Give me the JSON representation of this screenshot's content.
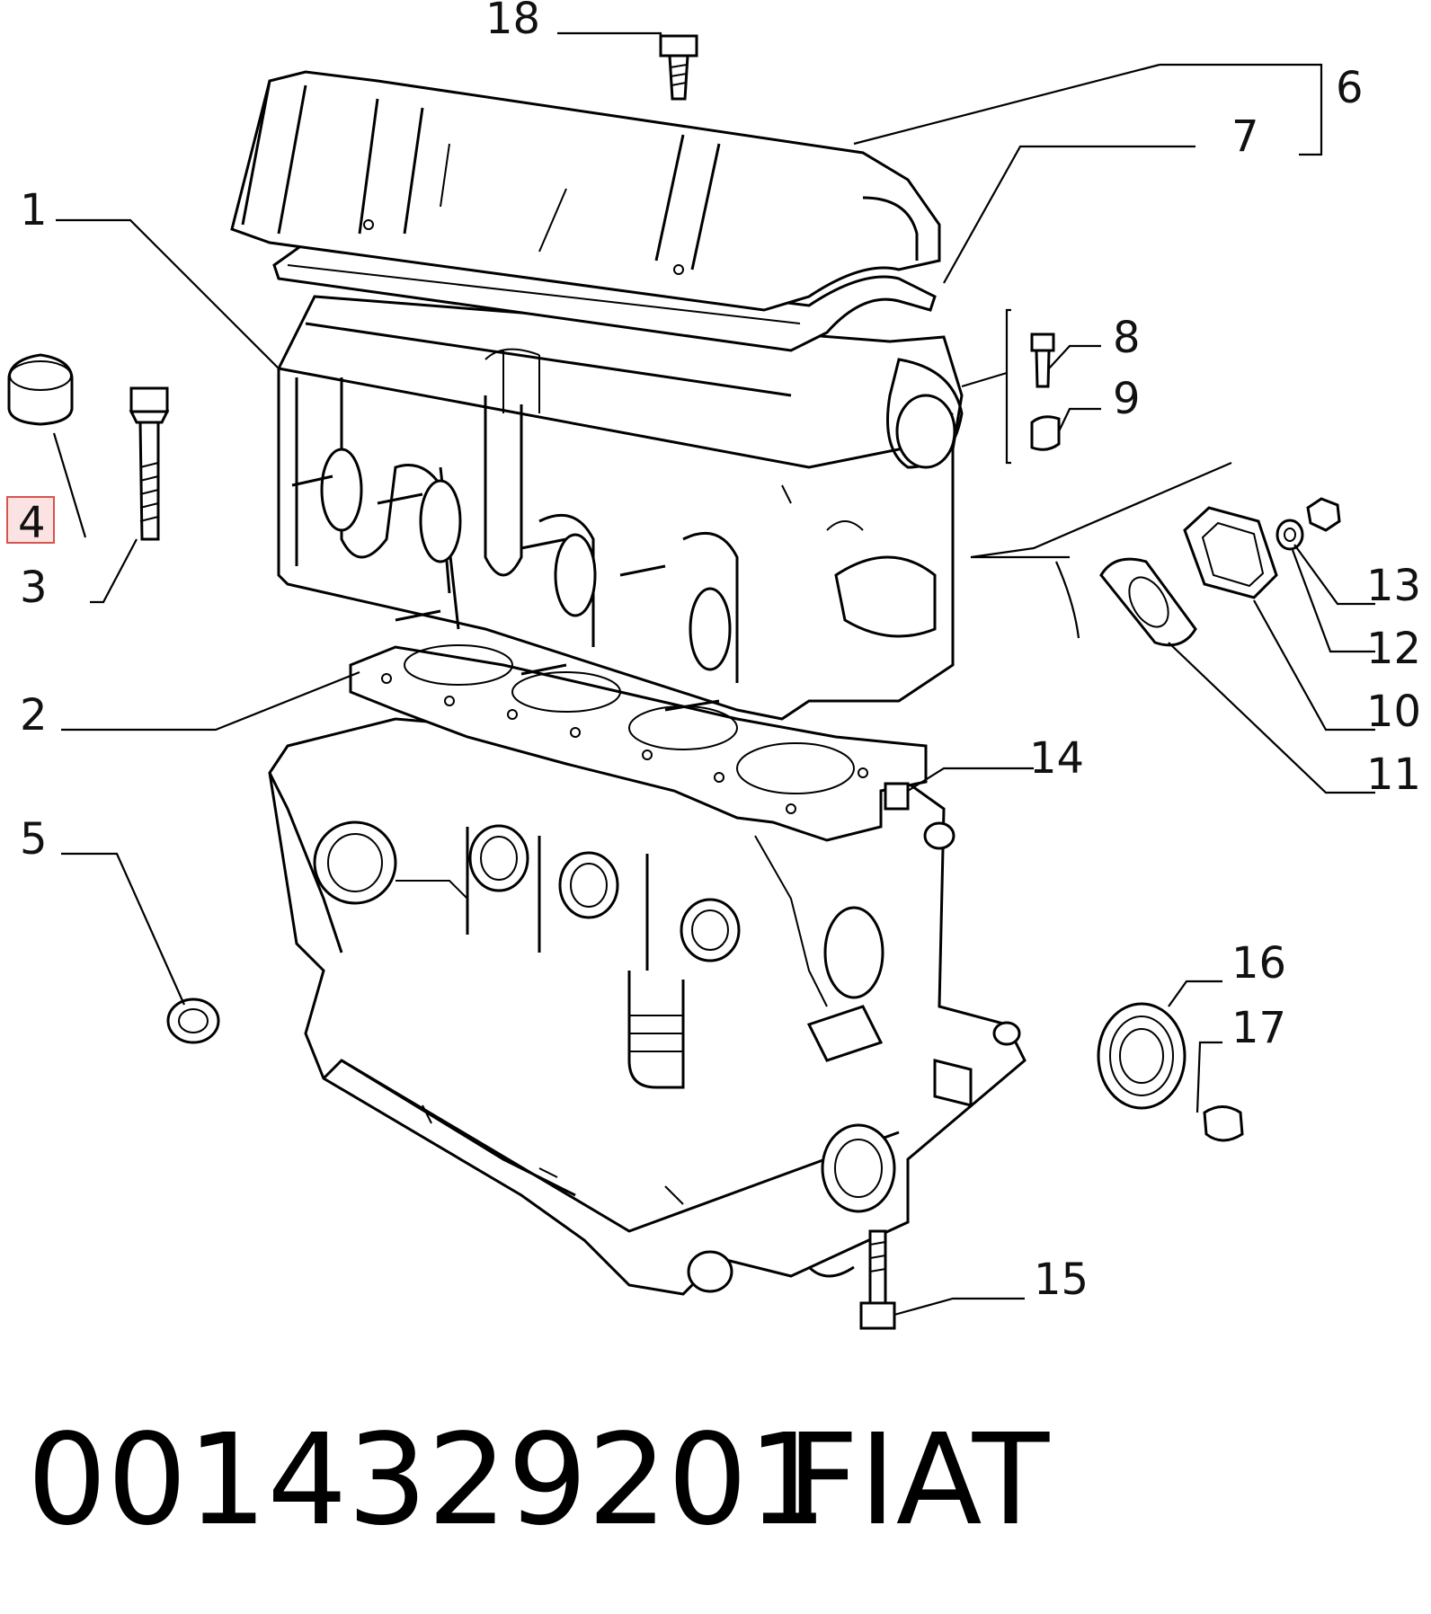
{
  "callouts": {
    "c1": "1",
    "c2": "2",
    "c3": "3",
    "c4": "4",
    "c5": "5",
    "c6": "6",
    "c7": "7",
    "c8": "8",
    "c9": "9",
    "c10": "10",
    "c11": "11",
    "c12": "12",
    "c13": "13",
    "c14": "14",
    "c15": "15",
    "c16": "16",
    "c17": "17",
    "c18": "18"
  },
  "caption": {
    "part_number": "0014329201",
    "brand": "FIAT"
  },
  "colors": {
    "line": "#000000",
    "background": "#ffffff",
    "highlight_box": "#d9534f",
    "highlight_fill": "#fbe3e3"
  }
}
